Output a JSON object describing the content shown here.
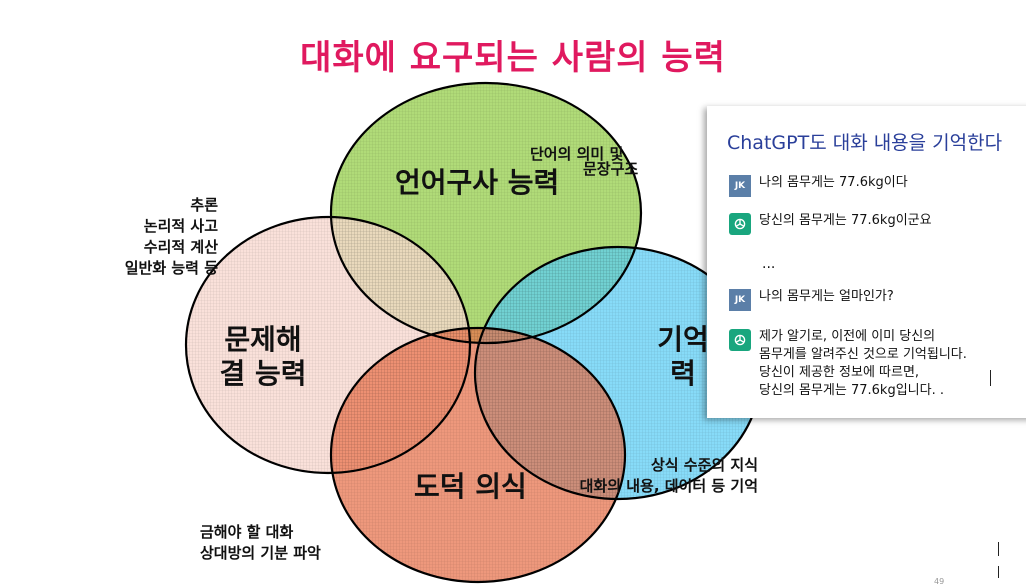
{
  "title": "대화에 요구되는 사람의 능력",
  "circles": {
    "language": "언어구사 능력",
    "problem_line1": "문제해",
    "problem_line2": "결 능력",
    "memory_line1": "기억",
    "memory_line2": "력",
    "ethics": "도덕 의식"
  },
  "notes": {
    "language": [
      "단어의 의미 및",
      "문장구조"
    ],
    "problem": [
      "추론",
      "논리적 사고",
      "수리적 계산",
      "일반화 능력 등"
    ],
    "memory": [
      "상식 수준의 지식",
      "대화의 내용, 데이터 등 기억"
    ],
    "ethics": [
      "금해야 할 대화",
      "상대방의 기분 파악"
    ]
  },
  "chat": {
    "title": "ChatGPT도 대화 내용을 기억한다",
    "user_avatar": "JK",
    "messages": [
      {
        "role": "user",
        "lines": [
          "나의 몸무게는 77.6kg이다"
        ]
      },
      {
        "role": "assistant",
        "lines": [
          "당신의 몸무게는 77.6kg이군요"
        ]
      },
      {
        "role": "user",
        "lines": [
          "나의 몸무게는 얼마인가?"
        ]
      },
      {
        "role": "assistant",
        "lines": [
          "제가 알기로, 이전에 이미 당신의",
          "몸무게를 알려주신 것으로 기억됩니다.",
          "당신이 제공한 정보에 따르면,",
          "당신의 몸무게는 77.6kg입니다. ."
        ]
      }
    ],
    "ellipsis": "..."
  },
  "page_number": "49",
  "colors": {
    "title": "#e0195f",
    "language_fill": "#9fd35a",
    "problem_fill": "#f9d9cf",
    "memory_fill": "#59cdf5",
    "ethics_fill": "#e8704a",
    "chat_title": "#2a3f9a",
    "gpt_icon": "#19a67e"
  }
}
